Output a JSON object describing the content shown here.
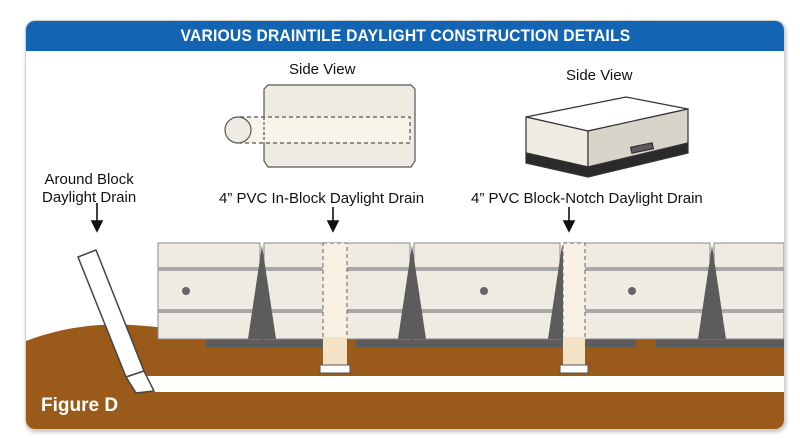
{
  "header": {
    "title": "VARIOUS DRAINTILE DAYLIGHT CONSTRUCTION DETAILS"
  },
  "labels": {
    "side_view_1": "Side View",
    "side_view_2": "Side View",
    "around_block_line1": "Around Block",
    "around_block_line2": "Daylight Drain",
    "in_block": "4” PVC In-Block Daylight Drain",
    "block_notch": "4” PVC Block-Notch Daylight Drain"
  },
  "figure_label": "Figure D",
  "colors": {
    "header": "#1464b4",
    "soil": "#9a5a1a",
    "block": "#efebe3",
    "dark_gray": "#5c5c5c"
  }
}
